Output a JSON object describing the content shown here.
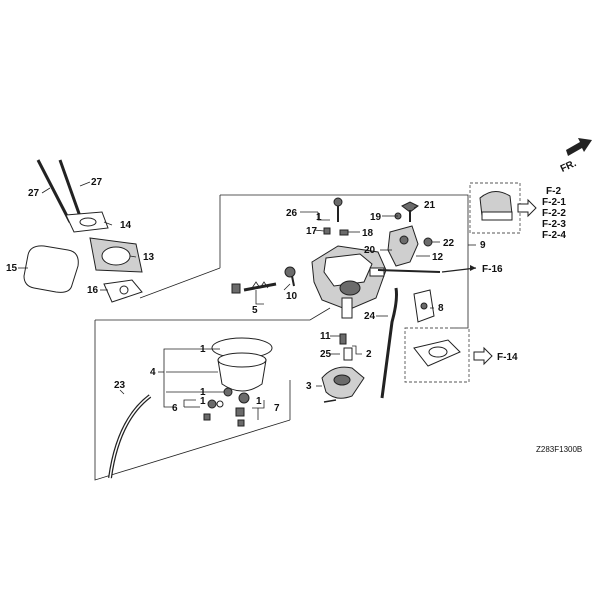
{
  "callouts": {
    "p1a": "1",
    "p1b": "1",
    "p1c": "1",
    "p1d": "1",
    "p1e": "1",
    "p2": "2",
    "p3": "3",
    "p4": "4",
    "p5": "5",
    "p6": "6",
    "p7": "7",
    "p8": "8",
    "p9": "9",
    "p10": "10",
    "p11": "11",
    "p12": "12",
    "p13": "13",
    "p14": "14",
    "p15": "15",
    "p16": "16",
    "p17": "17",
    "p18": "18",
    "p19": "19",
    "p20": "20",
    "p21": "21",
    "p22": "22",
    "p23": "23",
    "p24": "24",
    "p25": "25",
    "p26": "26",
    "p27a": "27",
    "p27b": "27"
  },
  "refs": {
    "f2": "F-2",
    "f21": "F-2-1",
    "f22": "F-2-2",
    "f23": "F-2-3",
    "f24": "F-2-4",
    "f16": "F-16",
    "f14": "F-14"
  },
  "direction_label": "FR.",
  "diagram_code": "Z283F1300B"
}
